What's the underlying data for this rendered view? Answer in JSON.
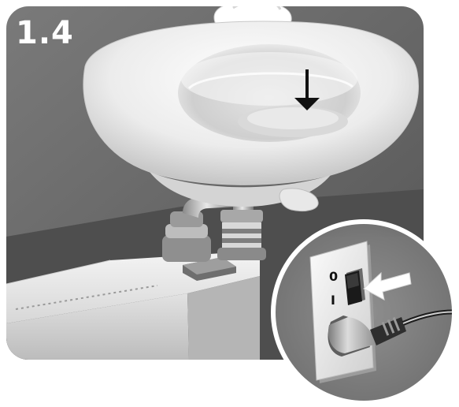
{
  "step": {
    "label": "1.4"
  },
  "switch": {
    "on_mark": "0",
    "off_mark": "I"
  },
  "colors": {
    "panel_background": "#6e6e6e",
    "step_label": "#ffffff",
    "sink": "#f2f2f2",
    "arrow": "#111111"
  },
  "icons": {
    "drain_arrow": "arrow-down-icon",
    "press_arrow": "arrow-left-icon",
    "power_plug": "plug-icon"
  }
}
